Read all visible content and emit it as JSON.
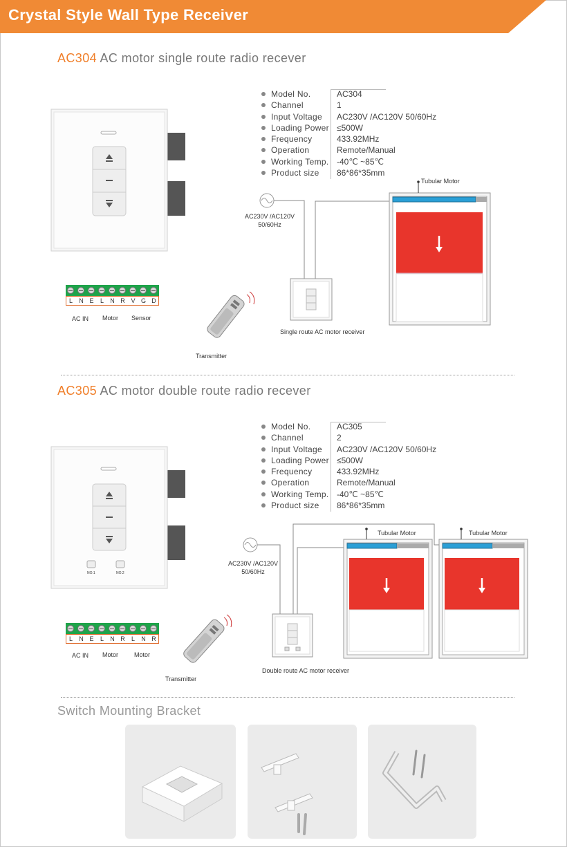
{
  "banner": {
    "title": "Crystal Style Wall Type Receiver",
    "color": "#f08a35"
  },
  "ac304": {
    "code": "AC304",
    "title": "AC motor single route radio recever",
    "specs": [
      {
        "key": "Model No.",
        "value": "AC304"
      },
      {
        "key": "Channel",
        "value": "1"
      },
      {
        "key": "Input Voltage",
        "value": "AC230V /AC120V 50/60Hz"
      },
      {
        "key": "Loading Power",
        "value": "≤500W"
      },
      {
        "key": "Frequency",
        "value": "433.92MHz"
      },
      {
        "key": "Operation",
        "value": "Remote/Manual"
      },
      {
        "key": "Working Temp.",
        "value": "-40℃ ~85℃"
      },
      {
        "key": "Product size",
        "value": "86*86*35mm"
      }
    ],
    "terminals": [
      "L",
      "N",
      "E",
      "L",
      "N",
      "R",
      "V",
      "G",
      "D"
    ],
    "terminal_groups": [
      "AC IN",
      "Motor",
      "Sensor"
    ],
    "transmitter": "Transmitter",
    "power_label_1": "AC230V /AC120V",
    "power_label_2": "50/60Hz",
    "motor_label": "Tubular Motor",
    "receiver_caption": "Single route AC motor receiver"
  },
  "ac305": {
    "code": "AC305",
    "title": "AC motor double route radio recever",
    "specs": [
      {
        "key": "Model No.",
        "value": "AC305"
      },
      {
        "key": "Channel",
        "value": "2"
      },
      {
        "key": "Input Voltage",
        "value": "AC230V /AC120V 50/60Hz"
      },
      {
        "key": "Loading Power",
        "value": "≤500W"
      },
      {
        "key": "Frequency",
        "value": "433.92MHz"
      },
      {
        "key": "Operation",
        "value": "Remote/Manual"
      },
      {
        "key": "Working Temp.",
        "value": "-40℃ ~85℃"
      },
      {
        "key": "Product size",
        "value": "86*86*35mm"
      }
    ],
    "terminals": [
      "L",
      "N",
      "E",
      "L",
      "N",
      "R",
      "L",
      "N",
      "R"
    ],
    "terminal_groups": [
      "AC IN",
      "Motor",
      "Motor"
    ],
    "transmitter": "Transmitter",
    "power_label_1": "AC230V /AC120V",
    "power_label_2": "50/60Hz",
    "motor_label_1": "Tubular Motor",
    "motor_label_2": "Tubular Motor",
    "receiver_caption": "Double route AC motor receiver",
    "button_labels": [
      "NO.1",
      "NO.2"
    ]
  },
  "bracket": {
    "title": "Switch Mounting Bracket"
  },
  "colors": {
    "accent": "#f07f2a",
    "terminal_green": "#1fa34a",
    "curtain_red": "#e8352c",
    "motor_blue": "#2a9fd6"
  }
}
